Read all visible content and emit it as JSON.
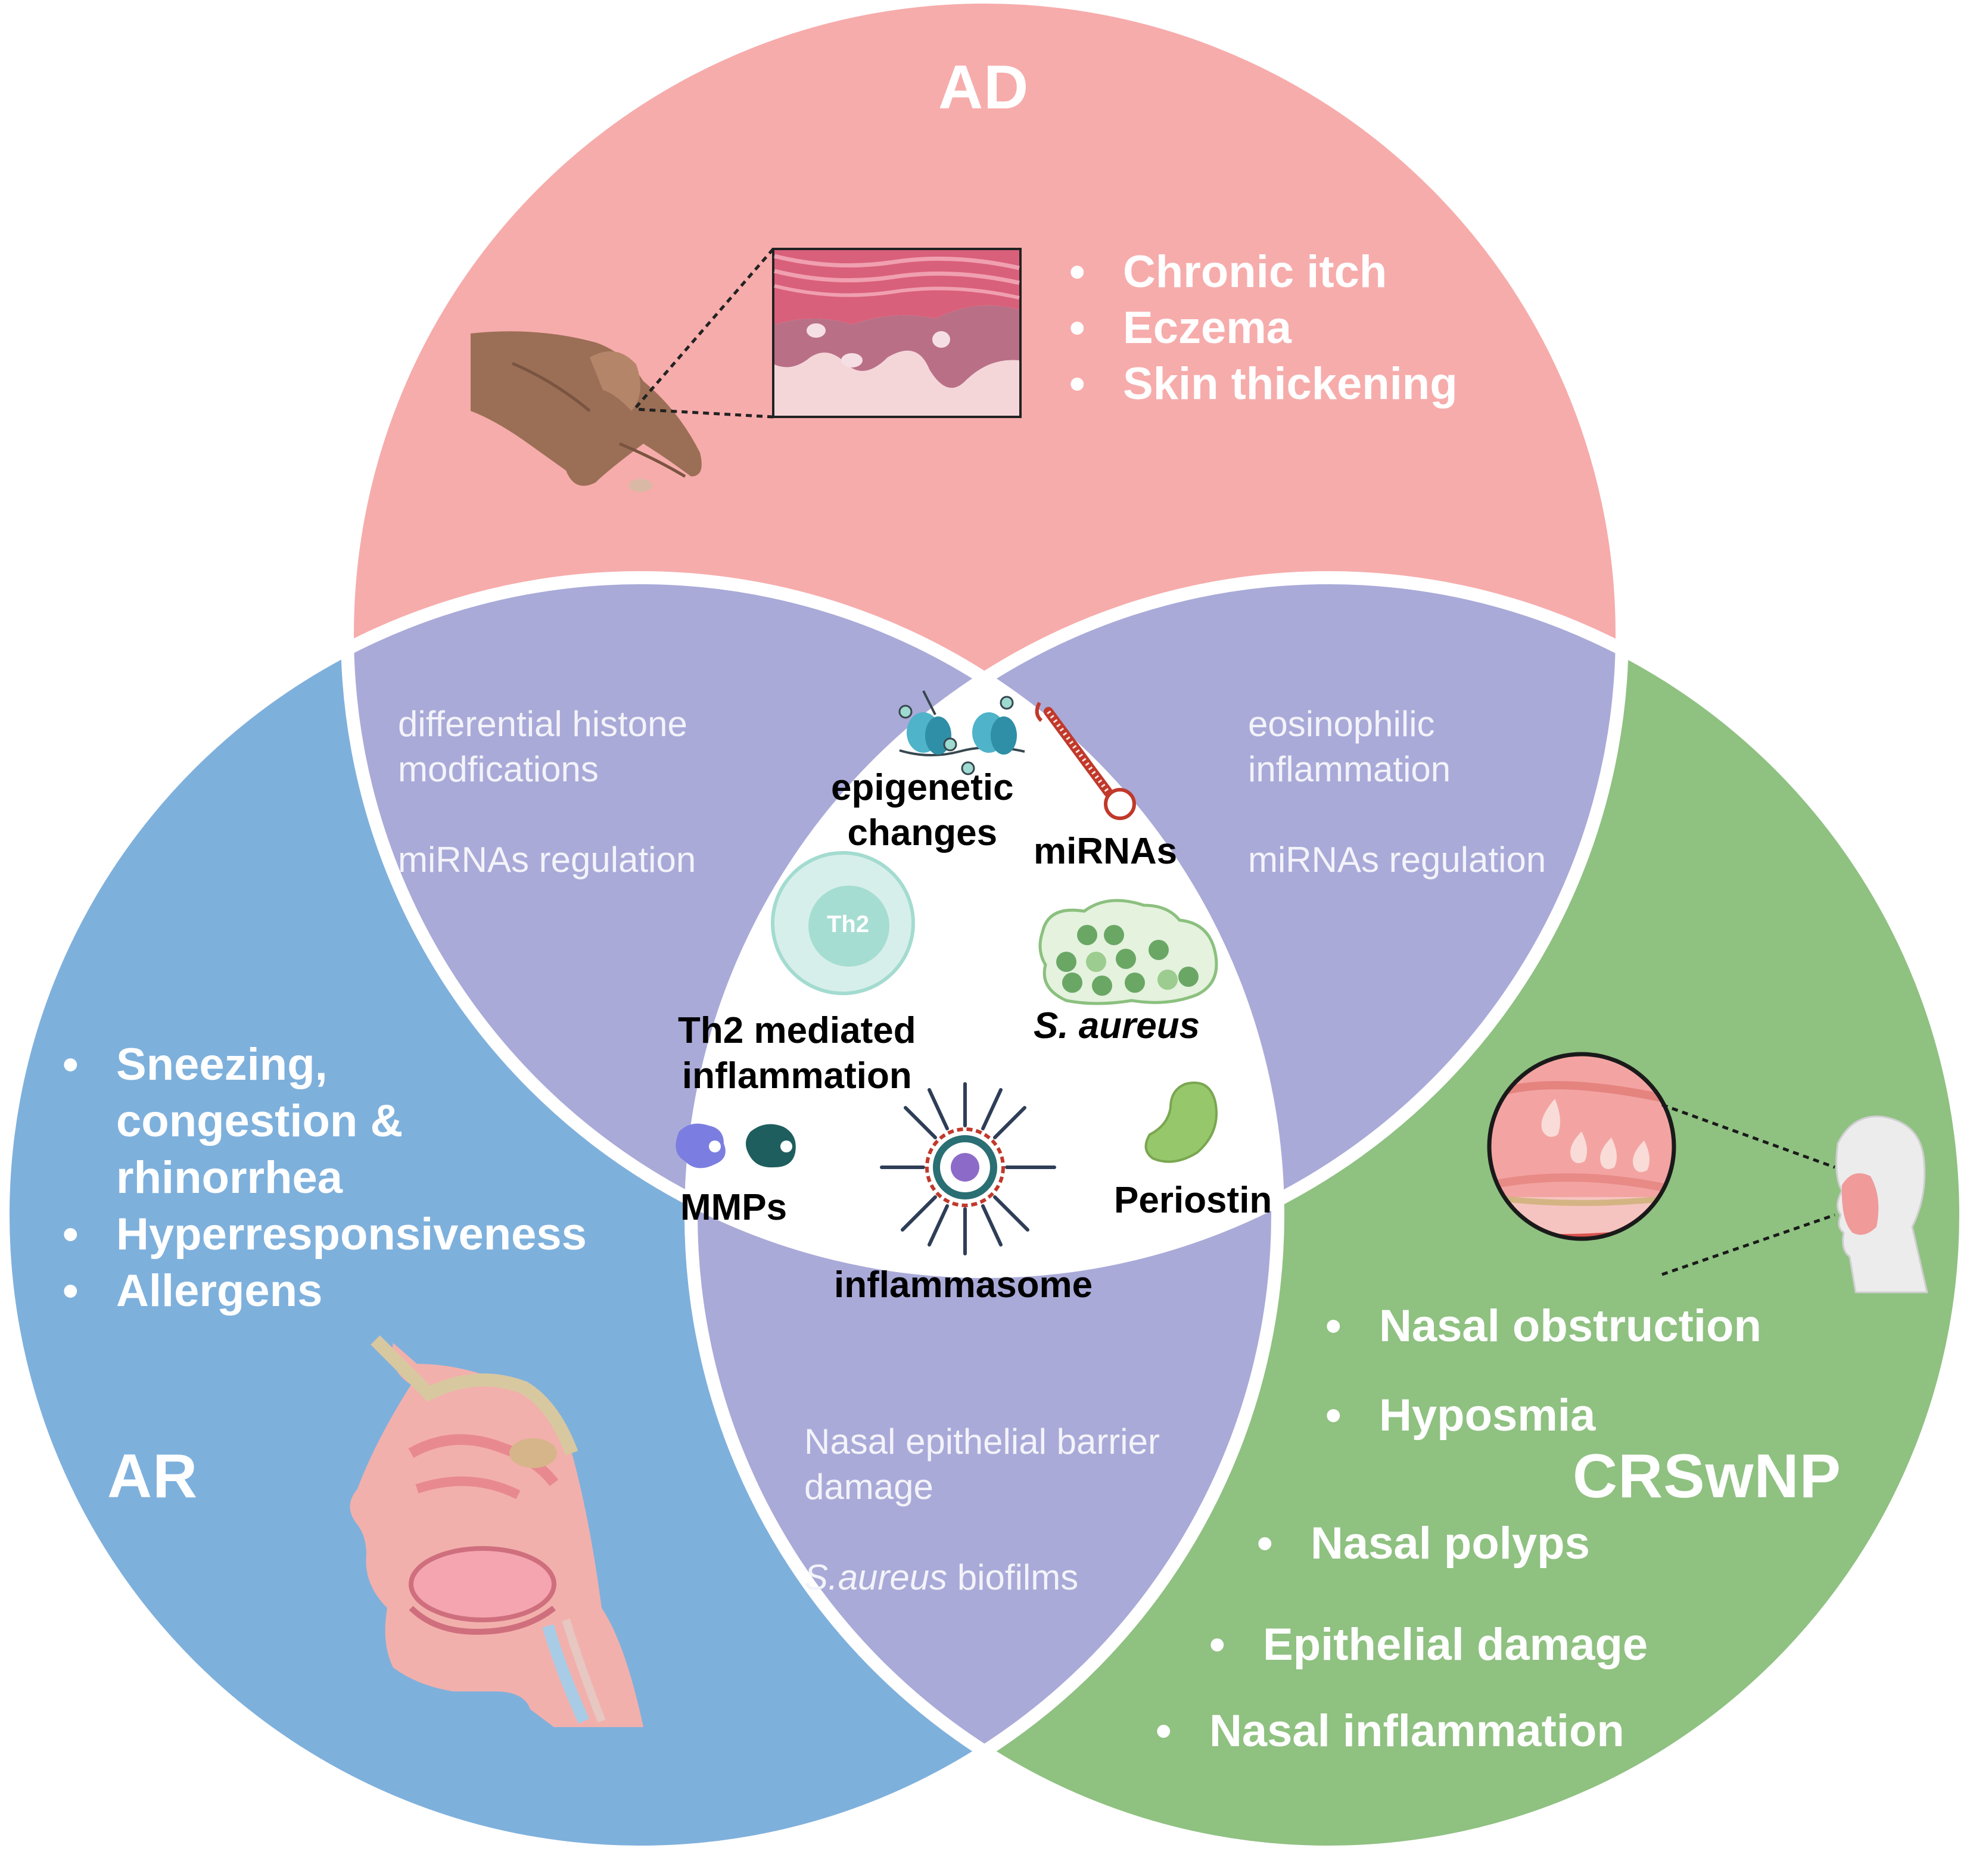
{
  "circles": [
    {
      "id": "ad",
      "title": "AD",
      "color": "#f6acab",
      "symptoms": [
        "Chronic itch",
        "Eczema",
        "Skin thickening"
      ]
    },
    {
      "id": "ar",
      "title": "AR",
      "color": "#7eb0dc",
      "symptoms": [
        "Sneezing,",
        "congestion &",
        "rhinorrhea",
        "Hyperresponsiveness",
        "Allergens"
      ]
    },
    {
      "id": "crswnp",
      "title": "CRSwNP",
      "color": "#8fc181",
      "symptoms": [
        "Nasal obstruction",
        "Hyposmia",
        "Nasal polyps",
        "Epithelial damage",
        "Nasal inflammation"
      ]
    }
  ],
  "overlaps": {
    "color": "#a9aad8",
    "ad_ar": {
      "line1": "differential histone",
      "line2": "modfications",
      "line3": "miRNAs regulation"
    },
    "ad_crswnp": {
      "line1": "eosinophilic",
      "line2": "inflammation",
      "line3": "miRNAs regulation"
    },
    "ar_crswnp": {
      "line1": "Nasal epithelial barrier",
      "line2": "damage",
      "line3_italic": "S.aureus",
      "line3_rest": " biofilms"
    }
  },
  "core": {
    "epigenetic_1": "epigenetic",
    "epigenetic_2": "changes",
    "mirnas": "miRNAs",
    "th2_label": "Th2",
    "th2_1": "Th2 mediated",
    "th2_2": "inflammation",
    "saureus": "S. aureus",
    "mmps": "MMPs",
    "periostin": "Periostin",
    "inflammasome": "inflammasome"
  },
  "icons": [
    "hand-scratching-icon",
    "skin-cross-section-icon",
    "head-sagittal-icon",
    "nasal-polyps-magnified-icon",
    "person-head-icon",
    "nucleosome-icon",
    "mirna-hairpin-icon",
    "th2-cell-icon",
    "bacteria-cluster-icon",
    "mmp-enzyme-icon",
    "inflammasome-icon",
    "periostin-icon"
  ]
}
